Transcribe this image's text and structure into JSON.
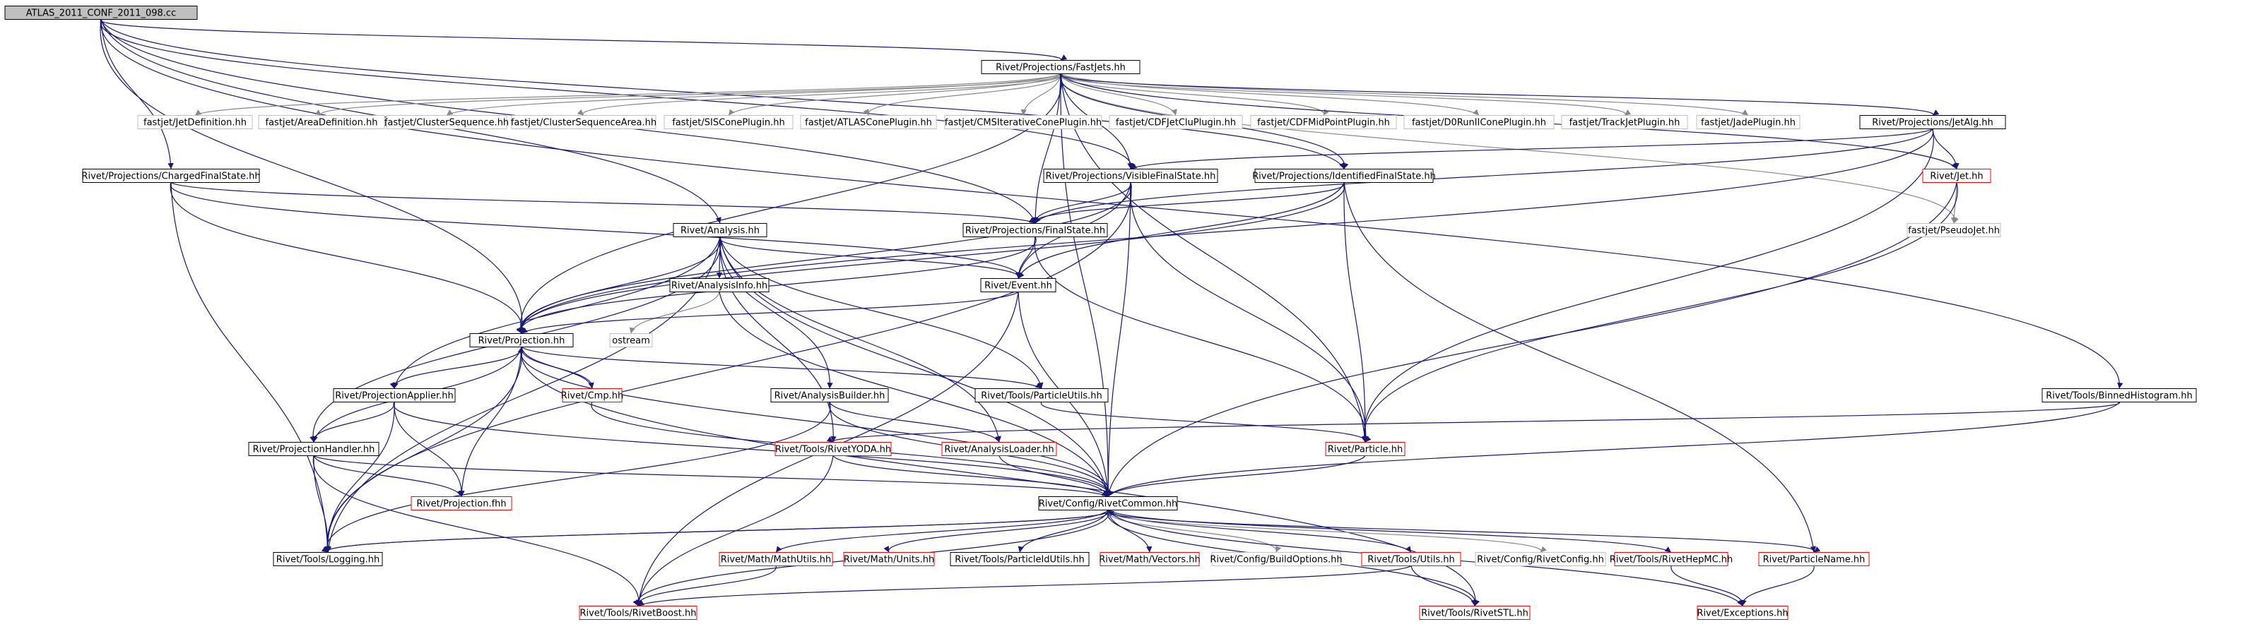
{
  "diagram": {
    "colors": {
      "edge": "#191970",
      "edge_light": "#888888",
      "root_fill": "#bfbfbf",
      "box_black": "#000000",
      "box_red": "#ff0000",
      "box_gray": "#bfbfbf",
      "text": "#000000"
    },
    "nodes": [
      {
        "id": "root",
        "label": "ATLAS_2011_CONF_2011_098.cc",
        "style": "root"
      },
      {
        "id": "fastjets",
        "label": "Rivet/Projections/FastJets.hh",
        "style": "black"
      },
      {
        "id": "jetdef",
        "label": "fastjet/JetDefinition.hh",
        "style": "gray"
      },
      {
        "id": "areadef",
        "label": "fastjet/AreaDefinition.hh",
        "style": "gray"
      },
      {
        "id": "clseq",
        "label": "fastjet/ClusterSequence.hh",
        "style": "gray"
      },
      {
        "id": "clseqarea",
        "label": "fastjet/ClusterSequenceArea.hh",
        "style": "gray"
      },
      {
        "id": "siscone",
        "label": "fastjet/SISConePlugin.hh",
        "style": "gray"
      },
      {
        "id": "atlascone",
        "label": "fastjet/ATLASConePlugin.hh",
        "style": "gray"
      },
      {
        "id": "cmscone",
        "label": "fastjet/CMSIterativeConePlugin.hh",
        "style": "gray"
      },
      {
        "id": "cdfjetclu",
        "label": "fastjet/CDFJetCluPlugin.hh",
        "style": "gray"
      },
      {
        "id": "cdfmid",
        "label": "fastjet/CDFMidPointPlugin.hh",
        "style": "gray"
      },
      {
        "id": "d0run",
        "label": "fastjet/D0RunIIConePlugin.hh",
        "style": "gray"
      },
      {
        "id": "trackjet",
        "label": "fastjet/TrackJetPlugin.hh",
        "style": "gray"
      },
      {
        "id": "jade",
        "label": "fastjet/JadePlugin.hh",
        "style": "gray"
      },
      {
        "id": "jetalg",
        "label": "Rivet/Projections/JetAlg.hh",
        "style": "black"
      },
      {
        "id": "chargedfs",
        "label": "Rivet/Projections/ChargedFinalState.hh",
        "style": "black"
      },
      {
        "id": "visiblefs",
        "label": "Rivet/Projections/VisibleFinalState.hh",
        "style": "black"
      },
      {
        "id": "identfs",
        "label": "Rivet/Projections/IdentifiedFinalState.hh",
        "style": "black"
      },
      {
        "id": "jet",
        "label": "Rivet/Jet.hh",
        "style": "red"
      },
      {
        "id": "pseudojet",
        "label": "fastjet/PseudoJet.hh",
        "style": "gray"
      },
      {
        "id": "analysis",
        "label": "Rivet/Analysis.hh",
        "style": "black"
      },
      {
        "id": "finalstate",
        "label": "Rivet/Projections/FinalState.hh",
        "style": "black"
      },
      {
        "id": "analysisinfo",
        "label": "Rivet/AnalysisInfo.hh",
        "style": "black"
      },
      {
        "id": "event",
        "label": "Rivet/Event.hh",
        "style": "black"
      },
      {
        "id": "ostream",
        "label": "ostream",
        "style": "gray"
      },
      {
        "id": "projection",
        "label": "Rivet/Projection.hh",
        "style": "black"
      },
      {
        "id": "projapplier",
        "label": "Rivet/ProjectionApplier.hh",
        "style": "black"
      },
      {
        "id": "cmp",
        "label": "Rivet/Cmp.hh",
        "style": "red"
      },
      {
        "id": "analysisbuilder",
        "label": "Rivet/AnalysisBuilder.hh",
        "style": "black"
      },
      {
        "id": "particleutils",
        "label": "Rivet/Tools/ParticleUtils.hh",
        "style": "black"
      },
      {
        "id": "binnedhisto",
        "label": "Rivet/Tools/BinnedHistogram.hh",
        "style": "black"
      },
      {
        "id": "projhandler",
        "label": "Rivet/ProjectionHandler.hh",
        "style": "black"
      },
      {
        "id": "rivetyoda",
        "label": "Rivet/Tools/RivetYODA.hh",
        "style": "red"
      },
      {
        "id": "analysisloader",
        "label": "Rivet/AnalysisLoader.hh",
        "style": "red"
      },
      {
        "id": "particle",
        "label": "Rivet/Particle.hh",
        "style": "red"
      },
      {
        "id": "projectionfhh",
        "label": "Rivet/Projection.fhh",
        "style": "red"
      },
      {
        "id": "rivetcommon",
        "label": "Rivet/Config/RivetCommon.hh",
        "style": "black"
      },
      {
        "id": "logging",
        "label": "Rivet/Tools/Logging.hh",
        "style": "black"
      },
      {
        "id": "mathutils",
        "label": "Rivet/Math/MathUtils.hh",
        "style": "red"
      },
      {
        "id": "units",
        "label": "Rivet/Math/Units.hh",
        "style": "red"
      },
      {
        "id": "particleidutils",
        "label": "Rivet/Tools/ParticleIdUtils.hh",
        "style": "black"
      },
      {
        "id": "vectors",
        "label": "Rivet/Math/Vectors.hh",
        "style": "red"
      },
      {
        "id": "buildoptions",
        "label": "Rivet/Config/BuildOptions.hh",
        "style": "gray"
      },
      {
        "id": "utils",
        "label": "Rivet/Tools/Utils.hh",
        "style": "red"
      },
      {
        "id": "rivetconfig",
        "label": "Rivet/Config/RivetConfig.hh",
        "style": "gray"
      },
      {
        "id": "rivethepmc",
        "label": "Rivet/Tools/RivetHepMC.hh",
        "style": "red"
      },
      {
        "id": "particlename",
        "label": "Rivet/ParticleName.hh",
        "style": "red"
      },
      {
        "id": "rivetboost",
        "label": "Rivet/Tools/RivetBoost.hh",
        "style": "red"
      },
      {
        "id": "rivetstl",
        "label": "Rivet/Tools/RivetSTL.hh",
        "style": "red"
      },
      {
        "id": "exceptions",
        "label": "Rivet/Exceptions.hh",
        "style": "red"
      }
    ],
    "edges": [
      [
        "root",
        "fastjets"
      ],
      [
        "root",
        "chargedfs"
      ],
      [
        "root",
        "visiblefs"
      ],
      [
        "root",
        "identfs"
      ],
      [
        "root",
        "binnedhisto"
      ],
      [
        "root",
        "analysis"
      ],
      [
        "root",
        "projection"
      ],
      [
        "root",
        "finalstate"
      ],
      [
        "fastjets",
        "jetdef"
      ],
      [
        "fastjets",
        "areadef"
      ],
      [
        "fastjets",
        "clseq"
      ],
      [
        "fastjets",
        "clseqarea"
      ],
      [
        "fastjets",
        "siscone"
      ],
      [
        "fastjets",
        "atlascone"
      ],
      [
        "fastjets",
        "cmscone"
      ],
      [
        "fastjets",
        "cdfjetclu"
      ],
      [
        "fastjets",
        "cdfmid"
      ],
      [
        "fastjets",
        "d0run"
      ],
      [
        "fastjets",
        "trackjet"
      ],
      [
        "fastjets",
        "jade"
      ],
      [
        "fastjets",
        "jetalg"
      ],
      [
        "fastjets",
        "jet"
      ],
      [
        "fastjets",
        "pseudojet"
      ],
      [
        "fastjets",
        "projection"
      ],
      [
        "fastjets",
        "finalstate"
      ],
      [
        "fastjets",
        "particle"
      ],
      [
        "fastjets",
        "rivetcommon"
      ],
      [
        "fastjets",
        "visiblefs"
      ],
      [
        "fastjets",
        "identfs"
      ],
      [
        "jetalg",
        "jet"
      ],
      [
        "jetalg",
        "visiblefs"
      ],
      [
        "jetalg",
        "projection"
      ],
      [
        "jetalg",
        "finalstate"
      ],
      [
        "jetalg",
        "particle"
      ],
      [
        "jet",
        "pseudojet"
      ],
      [
        "jet",
        "particle"
      ],
      [
        "jet",
        "rivetcommon"
      ],
      [
        "chargedfs",
        "finalstate"
      ],
      [
        "chargedfs",
        "projection"
      ],
      [
        "chargedfs",
        "logging"
      ],
      [
        "chargedfs",
        "event"
      ],
      [
        "visiblefs",
        "finalstate"
      ],
      [
        "visiblefs",
        "event"
      ],
      [
        "visiblefs",
        "projection"
      ],
      [
        "visiblefs",
        "particle"
      ],
      [
        "visiblefs",
        "logging"
      ],
      [
        "visiblefs",
        "rivetcommon"
      ],
      [
        "identfs",
        "finalstate"
      ],
      [
        "identfs",
        "event"
      ],
      [
        "identfs",
        "projection"
      ],
      [
        "identfs",
        "particle"
      ],
      [
        "identfs",
        "particlename"
      ],
      [
        "finalstate",
        "event"
      ],
      [
        "finalstate",
        "projection"
      ],
      [
        "finalstate",
        "particle"
      ],
      [
        "analysis",
        "analysisinfo"
      ],
      [
        "analysis",
        "event"
      ],
      [
        "analysis",
        "projection"
      ],
      [
        "analysis",
        "projapplier"
      ],
      [
        "analysis",
        "projhandler"
      ],
      [
        "analysis",
        "analysisbuilder"
      ],
      [
        "analysis",
        "analysisloader"
      ],
      [
        "analysis",
        "rivetyoda"
      ],
      [
        "analysis",
        "particleutils"
      ],
      [
        "analysis",
        "logging"
      ],
      [
        "analysis",
        "rivetcommon"
      ],
      [
        "analysisinfo",
        "ostream"
      ],
      [
        "analysisinfo",
        "rivetcommon"
      ],
      [
        "event",
        "projection"
      ],
      [
        "event",
        "rivetcommon"
      ],
      [
        "event",
        "rivetboost"
      ],
      [
        "projection",
        "projapplier"
      ],
      [
        "projection",
        "projhandler"
      ],
      [
        "projection",
        "cmp"
      ],
      [
        "projection",
        "projectionfhh"
      ],
      [
        "projection",
        "logging"
      ],
      [
        "projection",
        "rivetcommon"
      ],
      [
        "projection",
        "particleutils"
      ],
      [
        "projection",
        "rivetstl"
      ],
      [
        "cmp",
        "projection"
      ],
      [
        "cmp",
        "rivetcommon"
      ],
      [
        "projapplier",
        "projhandler"
      ],
      [
        "projapplier",
        "projectionfhh"
      ],
      [
        "projapplier",
        "logging"
      ],
      [
        "projapplier",
        "rivetcommon"
      ],
      [
        "projhandler",
        "projectionfhh"
      ],
      [
        "projhandler",
        "logging"
      ],
      [
        "projhandler",
        "rivetcommon"
      ],
      [
        "projhandler",
        "rivetboost"
      ],
      [
        "analysisbuilder",
        "analysisloader"
      ],
      [
        "analysisbuilder",
        "rivetcommon"
      ],
      [
        "analysisbuilder",
        "logging"
      ],
      [
        "particleutils",
        "particle"
      ],
      [
        "binnedhisto",
        "rivetyoda"
      ],
      [
        "binnedhisto",
        "rivetcommon"
      ],
      [
        "rivetyoda",
        "rivetcommon"
      ],
      [
        "rivetyoda",
        "rivetboost"
      ],
      [
        "analysisloader",
        "rivetcommon"
      ],
      [
        "particle",
        "rivetcommon"
      ],
      [
        "rivetcommon",
        "logging"
      ],
      [
        "rivetcommon",
        "mathutils"
      ],
      [
        "rivetcommon",
        "units"
      ],
      [
        "rivetcommon",
        "particleidutils"
      ],
      [
        "rivetcommon",
        "vectors"
      ],
      [
        "rivetcommon",
        "buildoptions"
      ],
      [
        "rivetcommon",
        "utils"
      ],
      [
        "rivetcommon",
        "rivetconfig"
      ],
      [
        "rivetcommon",
        "rivethepmc"
      ],
      [
        "rivetcommon",
        "particlename"
      ],
      [
        "rivetcommon",
        "rivetboost"
      ],
      [
        "rivetcommon",
        "rivetstl"
      ],
      [
        "rivetcommon",
        "exceptions"
      ],
      [
        "logging",
        "rivetcommon"
      ],
      [
        "mathutils",
        "rivetboost"
      ],
      [
        "utils",
        "rivetboost"
      ],
      [
        "utils",
        "rivetstl"
      ],
      [
        "rivethepmc",
        "exceptions"
      ],
      [
        "particlename",
        "exceptions"
      ]
    ]
  }
}
